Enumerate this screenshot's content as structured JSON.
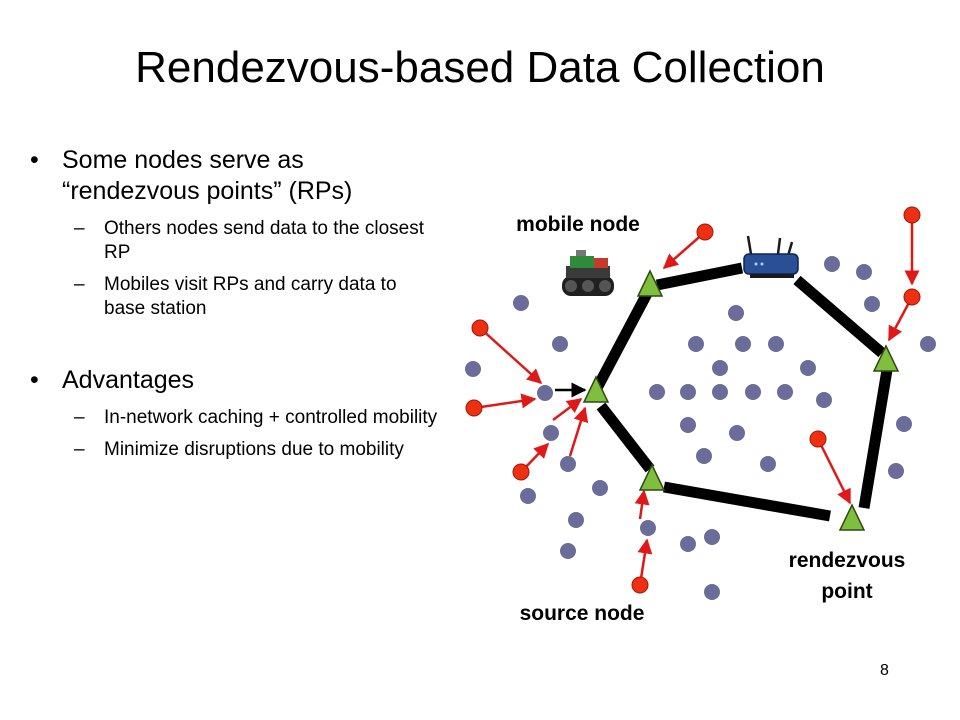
{
  "slide": {
    "title": "Rendezvous-based Data Collection",
    "page_number": "8"
  },
  "bullets": [
    {
      "text": "Some nodes serve as “rendezvous points” (RPs)",
      "subs": [
        "Others nodes send data to the closest RP",
        "Mobiles visit RPs and carry data to base station"
      ]
    },
    {
      "text": "Advantages",
      "subs": [
        "In-network caching + controlled mobility",
        "Minimize disruptions due to mobility"
      ]
    }
  ],
  "diagram": {
    "labels": {
      "mobile_node": "mobile node",
      "source_node": "source node",
      "rendezvous_line1": "rendezvous",
      "rendezvous_line2": "point"
    },
    "colors": {
      "ordinary_node": "#6b6c9a",
      "source_node": "#ee2f12",
      "rendezvous_point": "#7fbf3d",
      "route": "#000000",
      "arrow": "#e01818"
    },
    "icons": [
      "robot-icon",
      "router-icon"
    ]
  }
}
